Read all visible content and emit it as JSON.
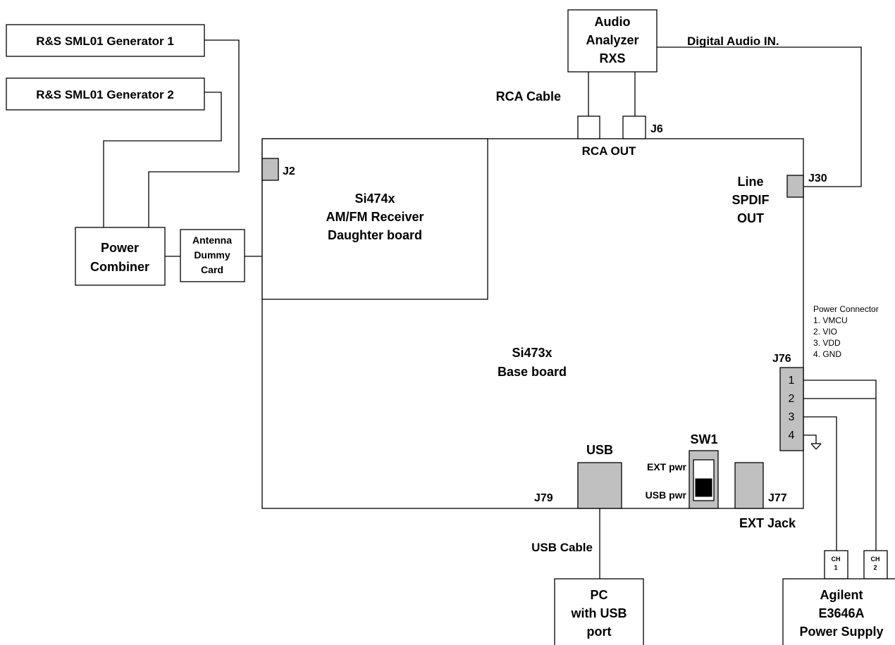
{
  "generators": {
    "gen1": "R&S SML01 Generator 1",
    "gen2": "R&S SML01 Generator 2"
  },
  "power_combiner": [
    "Power",
    "Combiner"
  ],
  "antenna_dummy": [
    "Antenna",
    "Dummy",
    "Card"
  ],
  "audio_analyzer": [
    "Audio",
    "Analyzer",
    "RXS"
  ],
  "labels": {
    "digital_audio_in": "Digital Audio IN.",
    "rca_cable": "RCA Cable",
    "rca_out": "RCA OUT",
    "j6": "J6",
    "j2": "J2",
    "j30": "J30",
    "line_spdif": [
      "Line",
      "SPDIF",
      "OUT"
    ],
    "usb": "USB",
    "j79": "J79",
    "sw1": "SW1",
    "ext_pwr": "EXT pwr",
    "usb_pwr": "USB pwr",
    "j77": "J77",
    "ext_jack": "EXT Jack",
    "usb_cable": "USB Cable",
    "j76": "J76"
  },
  "daughter_board": [
    "Si474x",
    "AM/FM Receiver",
    "Daughter board"
  ],
  "base_board": [
    "Si473x",
    "Base board"
  ],
  "power_connector": {
    "title": "Power Connector",
    "pins": [
      "1. VMCU",
      "2. VIO",
      "3. VDD",
      "4. GND"
    ]
  },
  "j76_pins": [
    "1",
    "2",
    "3",
    "4"
  ],
  "pc": [
    "PC",
    "with USB",
    "port"
  ],
  "channels": {
    "ch1": [
      "CH",
      "1"
    ],
    "ch2": [
      "CH",
      "2"
    ]
  },
  "power_supply": [
    "Agilent",
    "E3646A",
    "Power Supply"
  ]
}
